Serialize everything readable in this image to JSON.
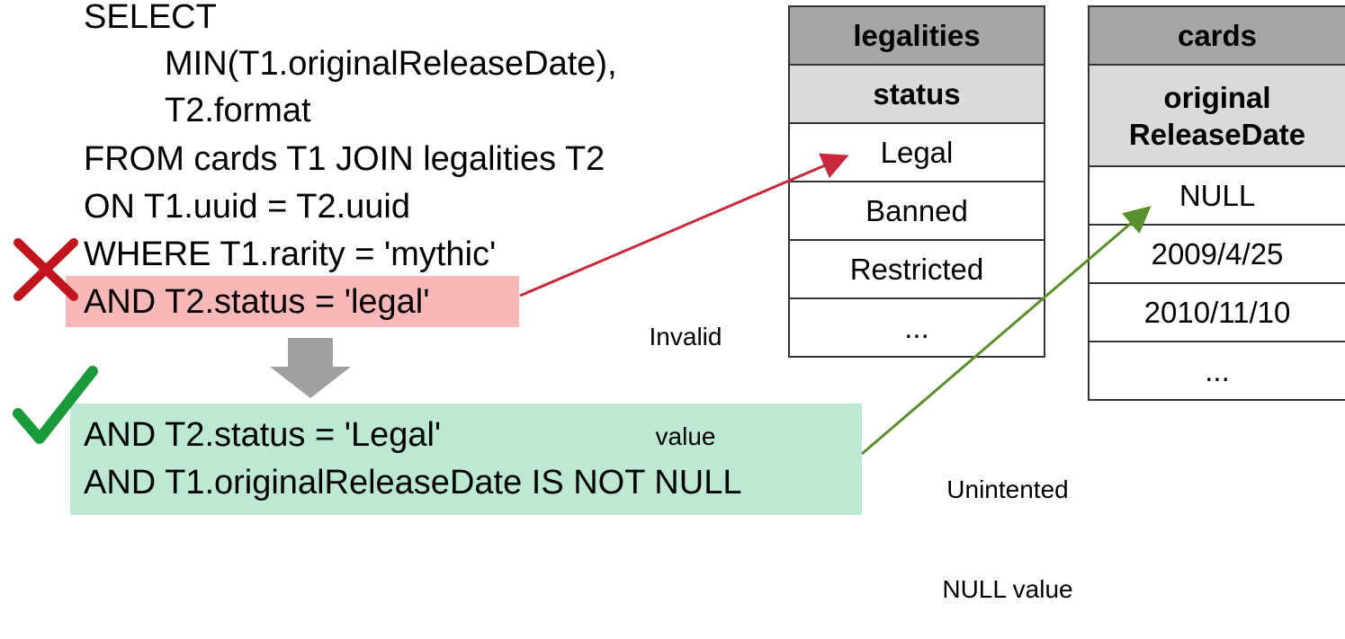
{
  "sql": {
    "select": "SELECT",
    "min_col": "MIN(T1.originalReleaseDate),",
    "format_col": "T2.format",
    "from": "FROM cards T1 JOIN legalities T2",
    "on": "ON T1.uuid = T2.uuid",
    "where": "WHERE T1.rarity = 'mythic'",
    "wrong_cond": "AND T2.status = 'legal'",
    "fix_cond1": "AND T2.status = 'Legal'",
    "fix_cond2": "AND T1.originalReleaseDate IS NOT NULL"
  },
  "legalities": {
    "title": "legalities",
    "column": "status",
    "rows": [
      "Legal",
      "Banned",
      "Restricted",
      "..."
    ]
  },
  "cards": {
    "title": "cards",
    "column_line1": "original",
    "column_line2": "ReleaseDate",
    "rows": [
      "NULL",
      "2009/4/25",
      "2010/11/10",
      "..."
    ]
  },
  "notes": {
    "invalid_line1": "Invalid",
    "invalid_line2": "value",
    "null_line1": "Unintented",
    "null_line2": "NULL value"
  },
  "colors": {
    "wrong_highlight": "#f9b8b8",
    "fix_highlight": "#bde8d2",
    "red_arrow": "#c8283c",
    "green_arrow": "#5b8f2e",
    "cross": "#c0141e",
    "check": "#1a9a3a",
    "down_arrow": "#a0a0a0"
  },
  "icons": [
    "cross-mark-icon",
    "check-mark-icon",
    "down-arrow-icon"
  ]
}
